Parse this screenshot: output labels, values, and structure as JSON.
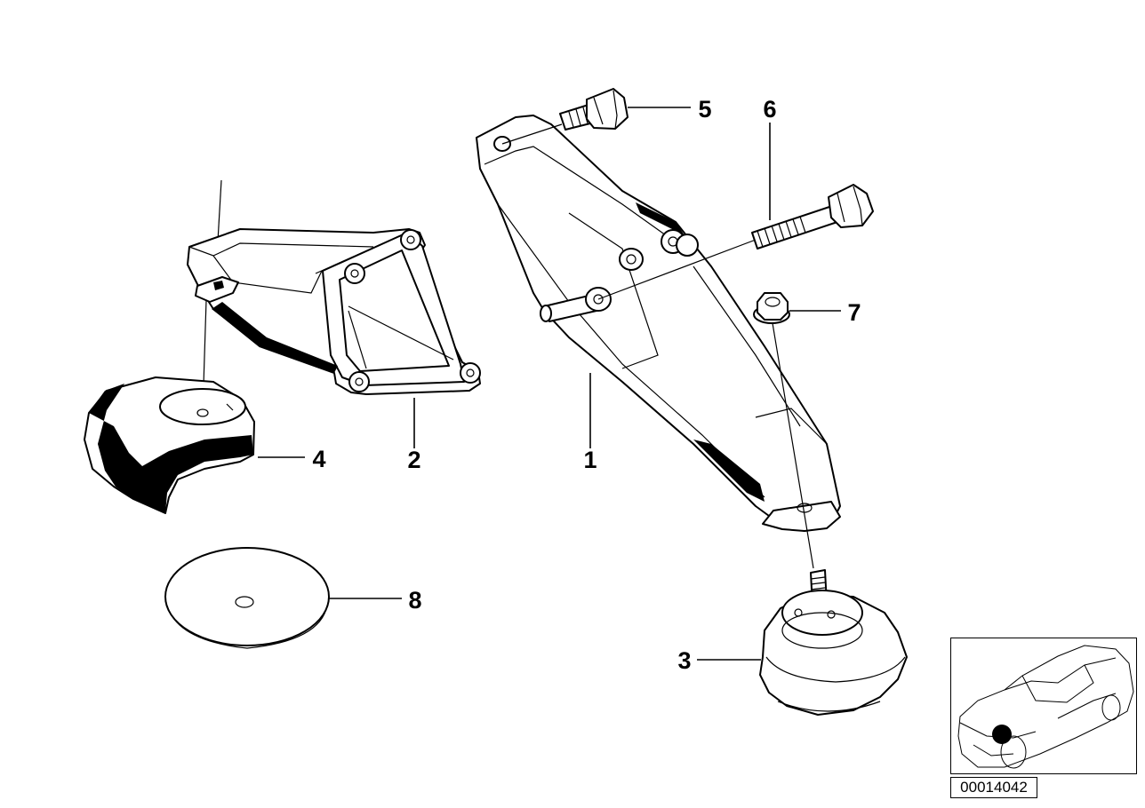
{
  "callouts": {
    "c1": "1",
    "c2": "2",
    "c3": "3",
    "c4": "4",
    "c5": "5",
    "c6": "6",
    "c7": "7",
    "c8": "8"
  },
  "reference": {
    "diagram_number": "00014042"
  },
  "colors": {
    "line": "#000000",
    "background": "#ffffff"
  },
  "icons": {
    "location_marker": "black-dot-location-marker-icon"
  }
}
